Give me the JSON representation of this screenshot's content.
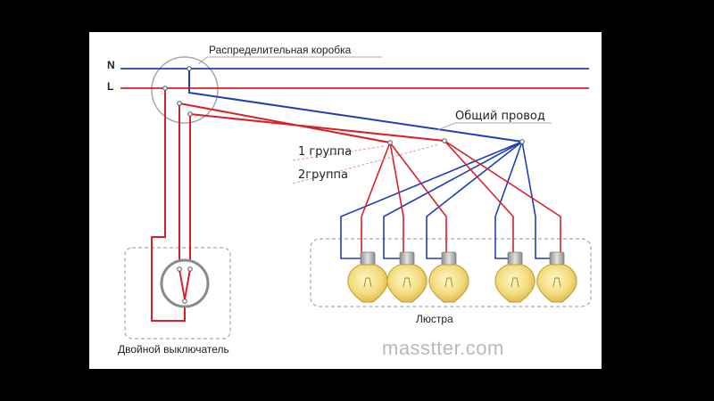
{
  "diagram": {
    "line_labels": {
      "neutral": "N",
      "phase": "L"
    },
    "junction_box_label": "Распределительная коробка",
    "common_wire_label": "Общий провод",
    "group1_label": "1 группа",
    "group2_label": "2группа",
    "chandelier_label": "Люстра",
    "switch_label": "Двойной выключатель",
    "watermark": "masstter.com",
    "colors": {
      "neutral_wire": "#1f3fb8",
      "phase_wire": "#d92027",
      "box_outline": "#a8a8a8",
      "bulb_glass": "#f3dc7e",
      "bulb_base": "#b0b0b0",
      "watermark": "#b9b9b9"
    }
  }
}
